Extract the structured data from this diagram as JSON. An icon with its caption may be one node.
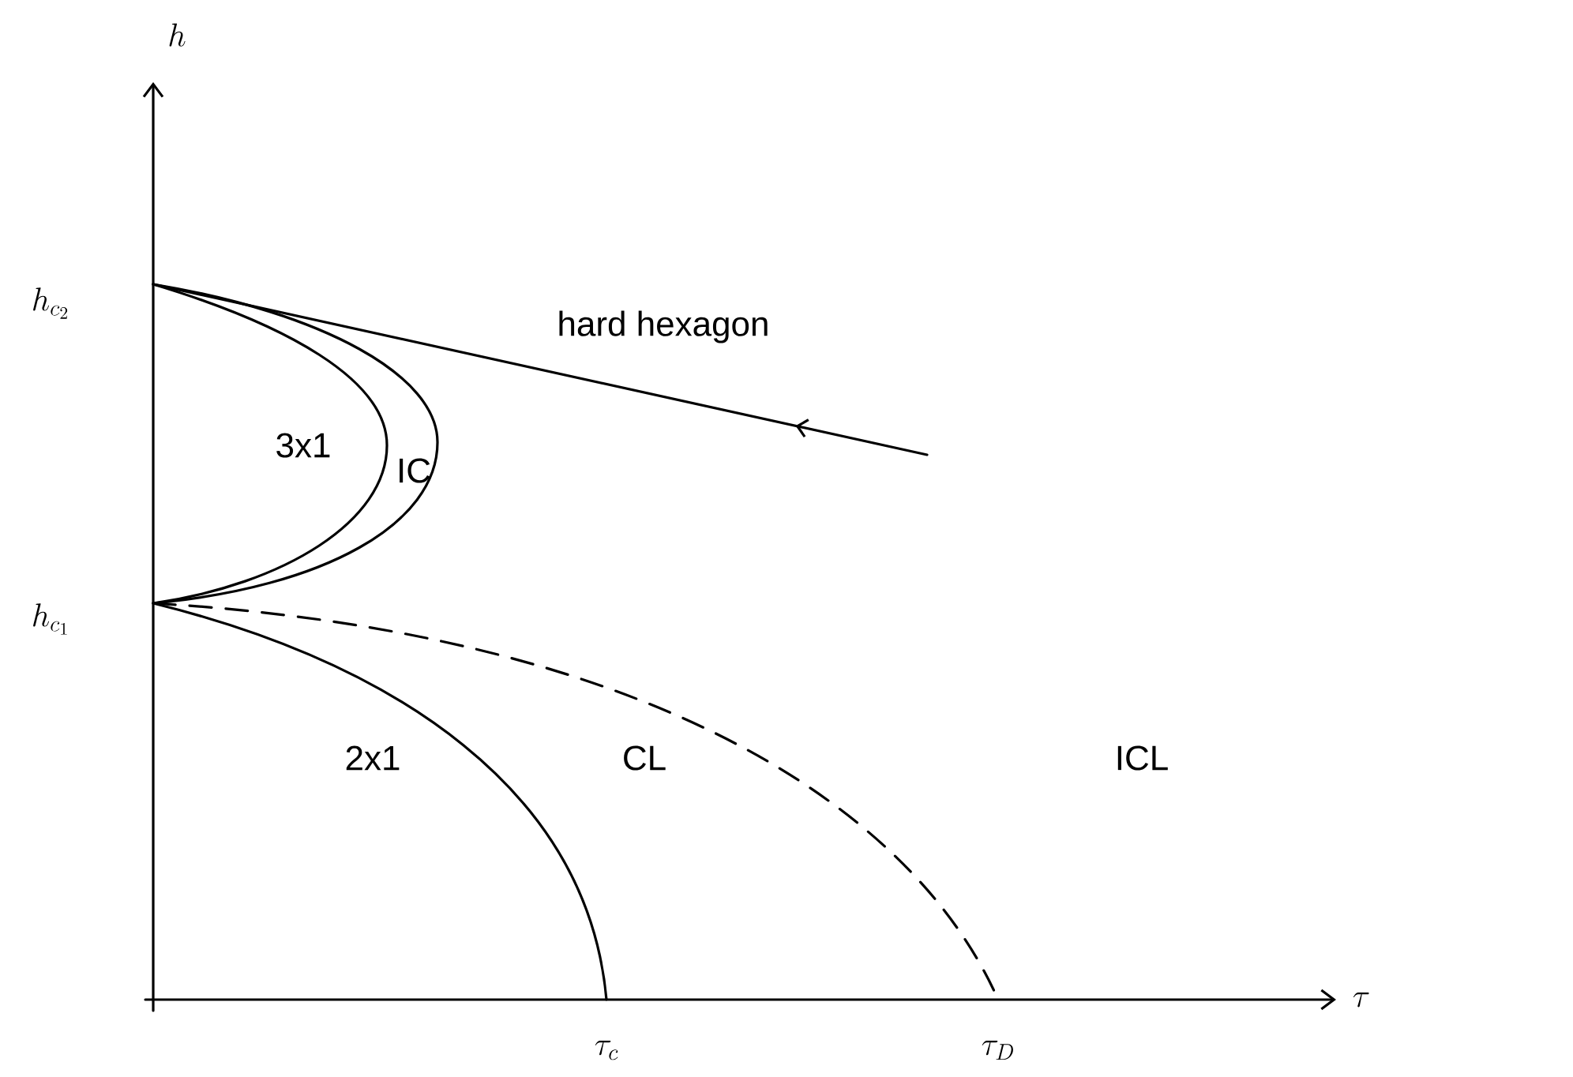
{
  "diagram": {
    "labels": [
      "h",
      "h_{c_2}",
      "hard hexagon",
      "3x1",
      "IC",
      "h_{c_1}",
      "2x1",
      "CL",
      "ICL",
      "\\tau",
      "\\tau_c",
      "\\tau_D"
    ]
  }
}
